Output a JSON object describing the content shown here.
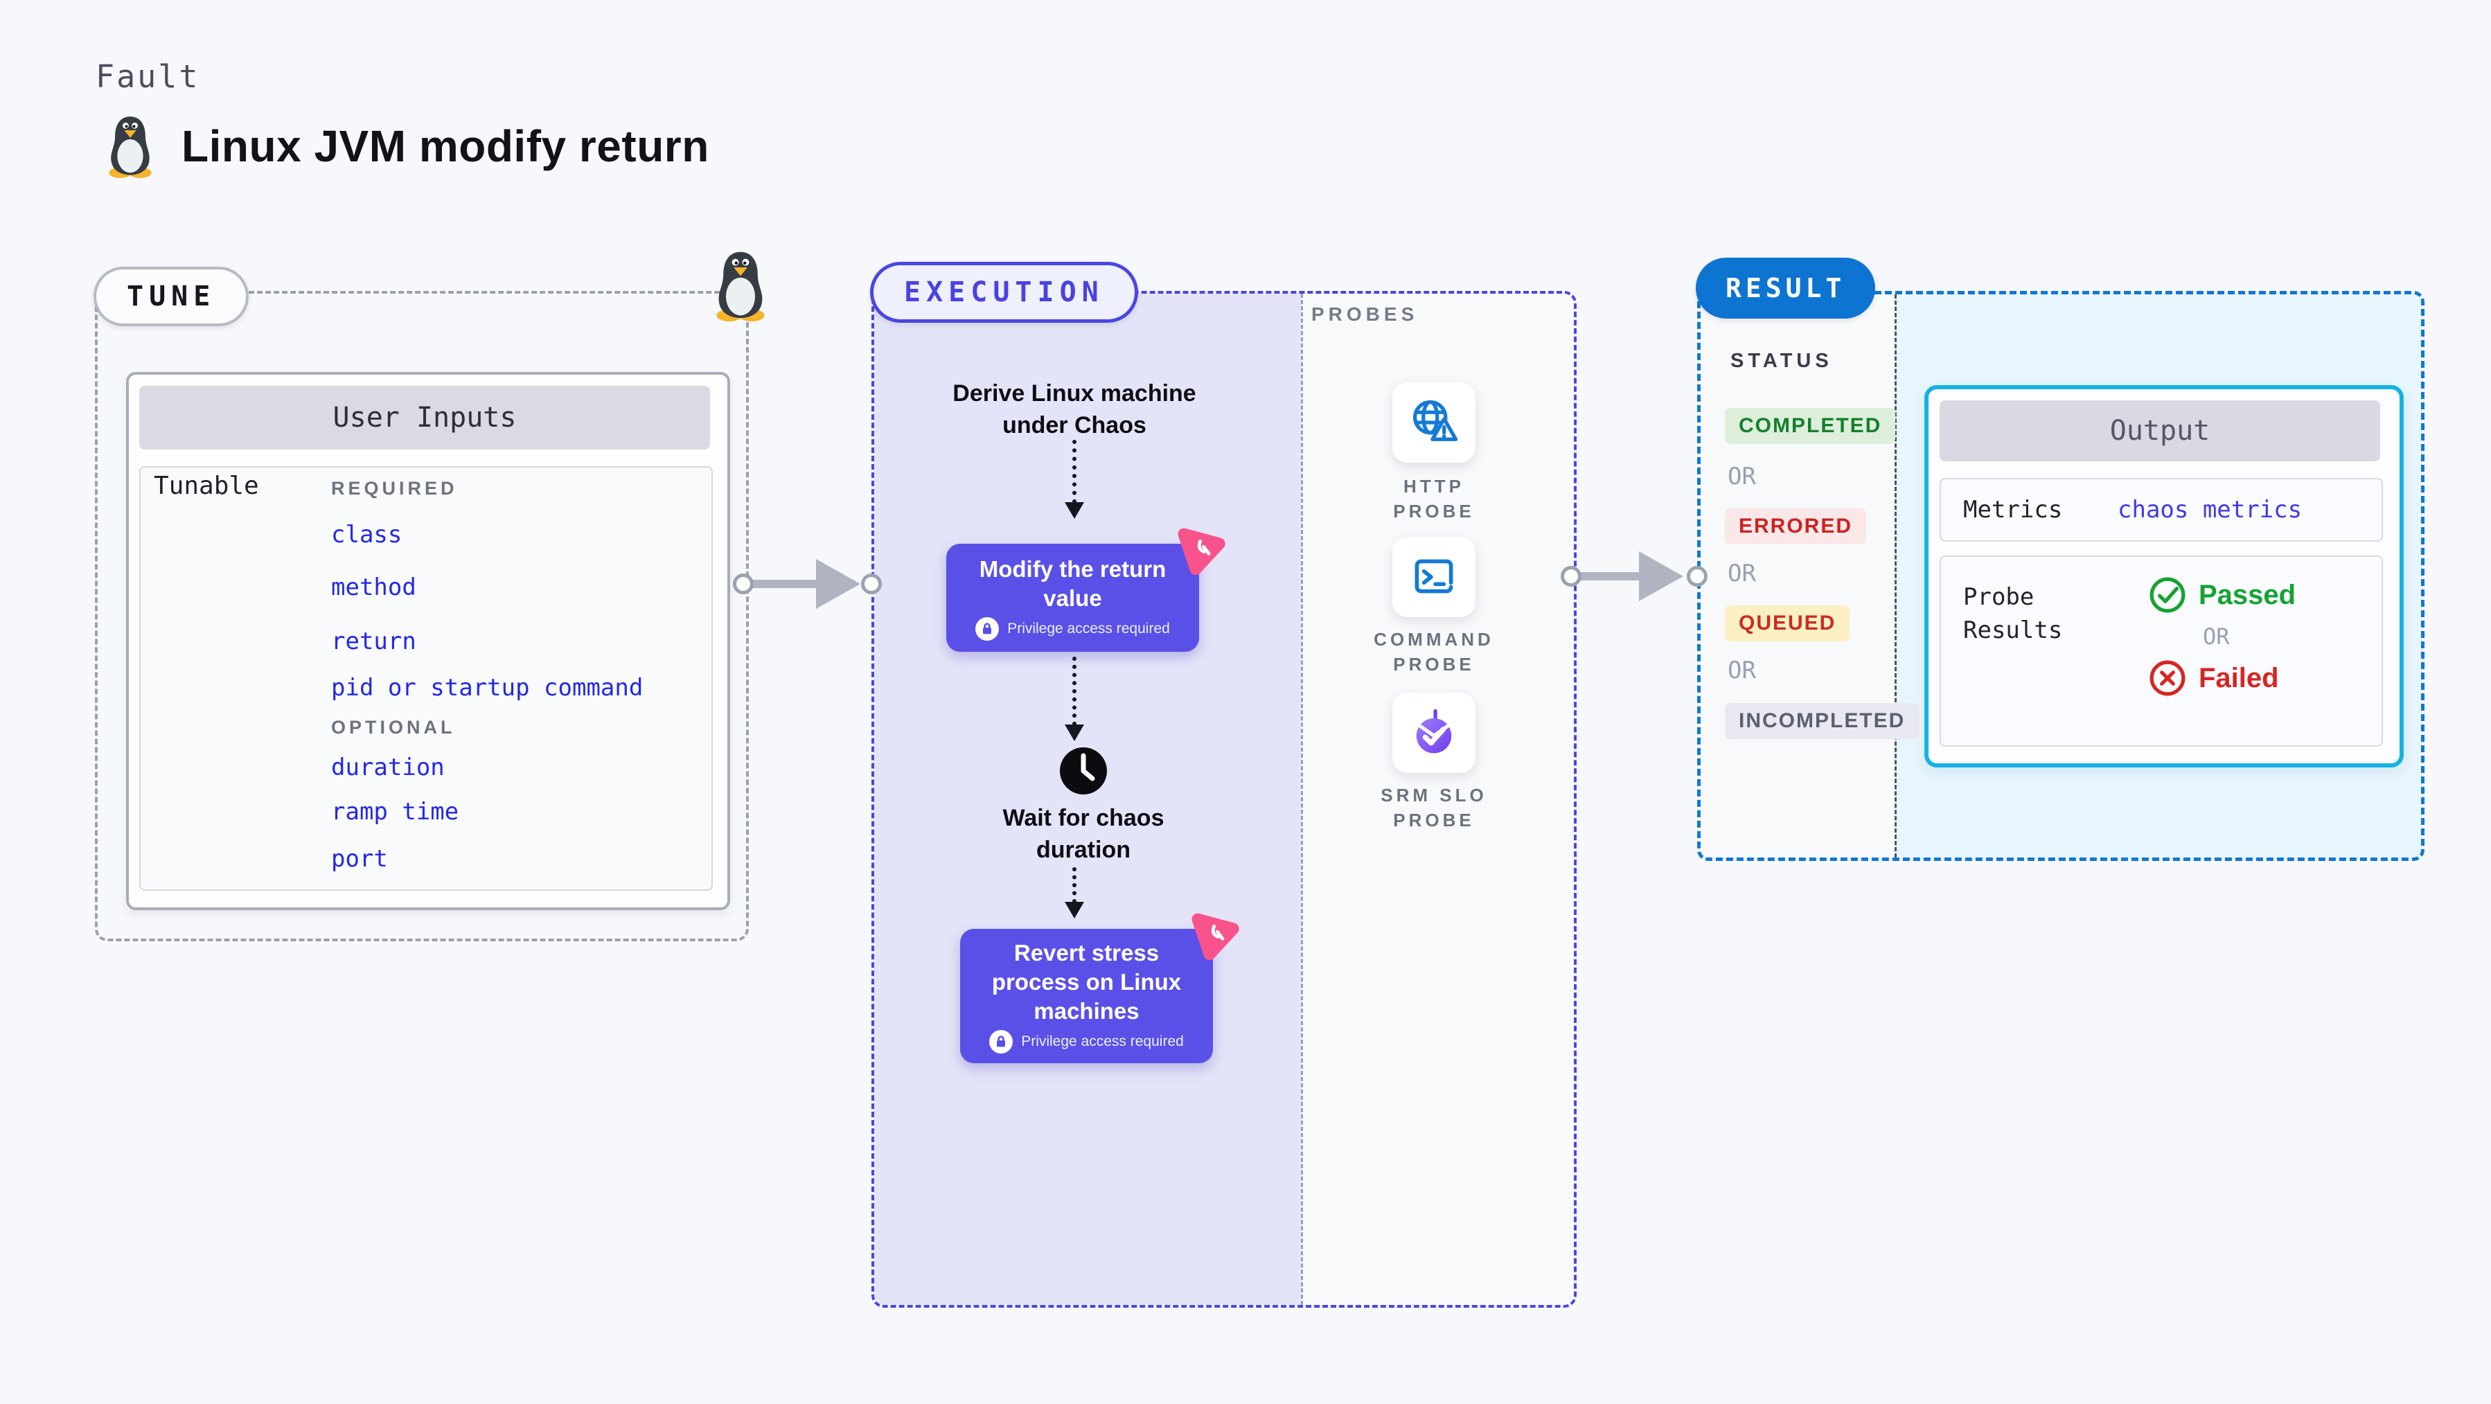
{
  "header": {
    "kicker": "Fault",
    "title": "Linux JVM modify return"
  },
  "tune": {
    "pill": "TUNE",
    "user_inputs": {
      "title": "User Inputs",
      "row_label": "Tunable",
      "required_heading": "REQUIRED",
      "required_items": [
        "class",
        "method",
        "return",
        "pid or startup command"
      ],
      "optional_heading": "OPTIONAL",
      "optional_items": [
        "duration",
        "ramp time",
        "port"
      ]
    }
  },
  "execution": {
    "pill": "EXECUTION",
    "derive_step": "Derive Linux machine under Chaos",
    "modify_step": {
      "title": "Modify the return value",
      "badge": "Privilege access required"
    },
    "wait_step": "Wait for chaos duration",
    "revert_step": {
      "title": "Revert stress process on Linux machines",
      "badge": "Privilege access required"
    }
  },
  "probes": {
    "heading": "PROBES",
    "items": [
      {
        "label": "HTTP PROBE",
        "icon": "globe-alert-icon"
      },
      {
        "label": "COMMAND PROBE",
        "icon": "terminal-icon"
      },
      {
        "label": "SRM SLO PROBE",
        "icon": "slo-pie-check-icon"
      }
    ]
  },
  "result": {
    "pill": "RESULT",
    "status_heading": "STATUS",
    "or": "OR",
    "statuses": [
      {
        "label": "COMPLETED",
        "kind": "success"
      },
      {
        "label": "ERRORED",
        "kind": "error"
      },
      {
        "label": "QUEUED",
        "kind": "warning"
      },
      {
        "label": "INCOMPLETED",
        "kind": "neutral"
      }
    ],
    "output": {
      "title": "Output",
      "metrics_label": "Metrics",
      "metrics_value": "chaos metrics",
      "probe_results_label": "Probe Results",
      "passed_label": "Passed",
      "or_label": "OR",
      "failed_label": "Failed"
    }
  },
  "colors": {
    "accent_indigo": "#4a46e2",
    "accent_blue": "#0d74d2",
    "accent_cyan": "#16b2e3",
    "button_purple": "#5a50e8",
    "litmus_pink": "#f9538c",
    "link_blue": "#2328e8",
    "success_green": "#16a233",
    "error_red": "#d62622",
    "lavender_bg": "#e4e4f8",
    "result_cyan_bg": "#e7f5fd"
  }
}
